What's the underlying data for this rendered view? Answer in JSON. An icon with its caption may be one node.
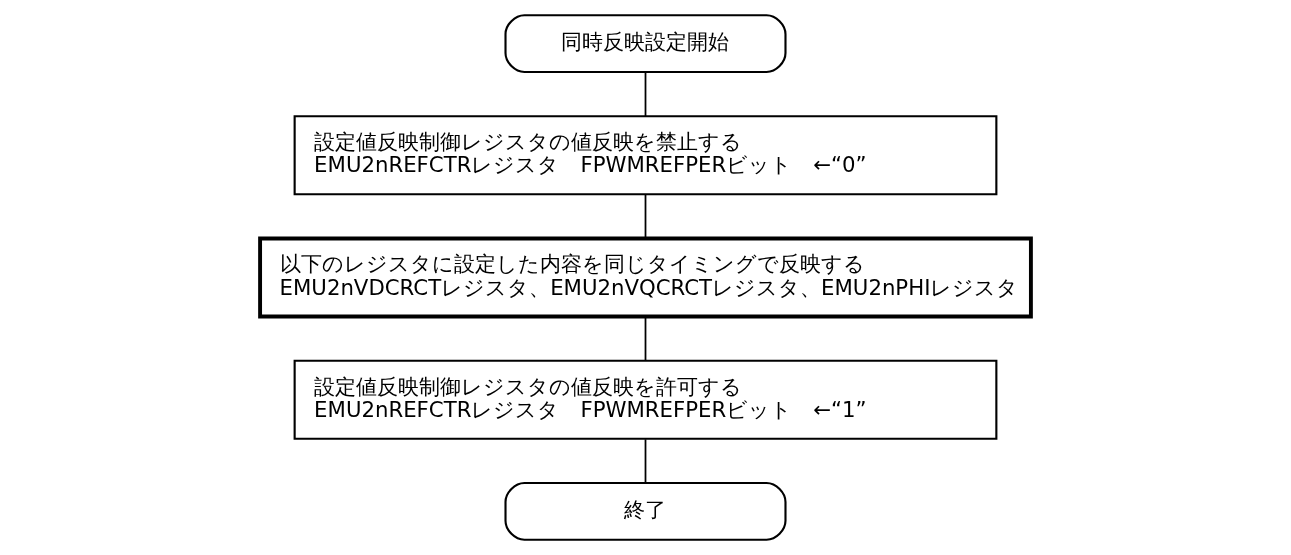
{
  "diagram": {
    "nodes": [
      {
        "text": [
          "同時反映設定開始"
        ]
      },
      {
        "text": [
          "設定値反映制御レジスタの値反映を禁止する",
          "EMU2nREFCTRレジスタ　FPWMREFPERビット　←“0”"
        ]
      },
      {
        "text": [
          "以下のレジスタに設定した内容を同じタイミングで反映する",
          "EMU2nVDCRCTレジスタ、EMU2nVQCRCTレジスタ、EMU2nPHIレジスタ"
        ]
      },
      {
        "text": [
          "設定値反映制御レジスタの値反映を許可する",
          "EMU2nREFCTRレジスタ　FPWMREFPERビット　←“1”"
        ]
      },
      {
        "text": [
          "終了"
        ]
      }
    ],
    "edges": [
      {
        "from": 0,
        "to": 1,
        "arrow": "none"
      },
      {
        "from": 1,
        "to": 2,
        "arrow": "none"
      },
      {
        "from": 2,
        "to": 3,
        "arrow": "none"
      },
      {
        "from": 3,
        "to": 4,
        "arrow": "none"
      }
    ]
  }
}
